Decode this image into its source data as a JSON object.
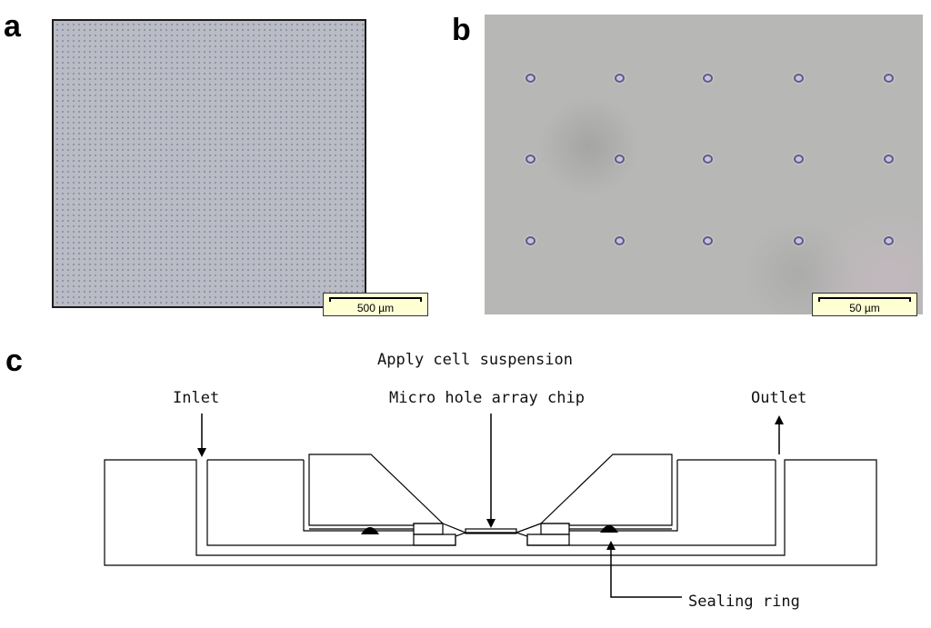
{
  "panels": {
    "a": {
      "letter": "a",
      "scale_label": "500 µm"
    },
    "b": {
      "letter": "b",
      "scale_label": "50 µm"
    },
    "c": {
      "letter": "c"
    }
  },
  "diagram": {
    "labels": {
      "apply": "Apply cell suspension",
      "inlet": "Inlet",
      "chip": "Micro hole array chip",
      "outlet": "Outlet",
      "sealing": "Sealing ring"
    }
  },
  "colors": {
    "micrograph_a_bg": "#b9bcc4",
    "micrograph_b_bg": "#b7b7b5",
    "scalebar_bg": "#ffffd4",
    "line": "#000000"
  }
}
